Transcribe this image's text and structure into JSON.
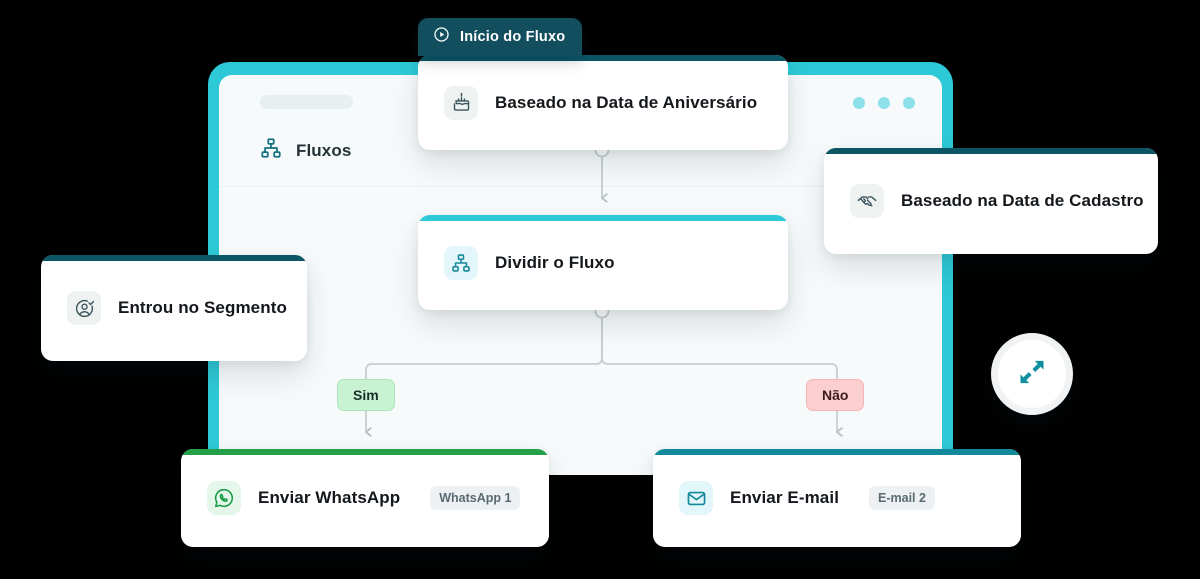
{
  "window": {
    "frame_color": "#2ec9d6",
    "panel_color": "#f7fafb",
    "titlebar": {
      "url_placeholder_name": "url-pill",
      "dots_count": 3,
      "dot_color": "#8ee0e9"
    },
    "sidebar": {
      "icon": "sitemap-icon",
      "label": "Fluxos"
    }
  },
  "start_badge": {
    "icon": "play-circle-icon",
    "label": "Início do Fluxo",
    "bg_color": "#134e5e"
  },
  "nodes": [
    {
      "id": "aniversario",
      "title": "Baseado na Data de Aniversário",
      "icon": "birthday-cake-icon",
      "accent_color": "#0b5565",
      "badge_color": "#eef3f2",
      "tag": ""
    },
    {
      "id": "dividir",
      "title": "Dividir o Fluxo",
      "icon": "sitemap-icon",
      "accent_color": "#2ec9d6",
      "badge_color": "#e3f6f9",
      "tag": ""
    },
    {
      "id": "whatsapp",
      "title": "Enviar WhatsApp",
      "icon": "whatsapp-icon",
      "accent_color": "#24a148",
      "badge_color": "#e4f7ea",
      "tag": "WhatsApp 1"
    },
    {
      "id": "email",
      "title": "Enviar E-mail",
      "icon": "envelope-icon",
      "accent_color": "#13899c",
      "badge_color": "#e3f6f9",
      "tag": "E-mail 2"
    },
    {
      "id": "cadastro",
      "title": "Baseado na Data de Cadastro",
      "icon": "handshake-icon",
      "accent_color": "#0b5565",
      "badge_color": "#eef3f2",
      "tag": ""
    },
    {
      "id": "segmento",
      "title": "Entrou no Segmento",
      "icon": "user-check-icon",
      "accent_color": "#0b5565",
      "badge_color": "#eef3f2",
      "tag": ""
    }
  ],
  "branches": {
    "yes": {
      "label": "Sim",
      "bg_color": "#c8f2d2",
      "text_color": "#19302a"
    },
    "no": {
      "label": "Não",
      "bg_color": "#fbcfcf",
      "text_color": "#3a1b1b"
    }
  },
  "round_button": {
    "icon": "expand-arrows-icon",
    "icon_color": "#0f8fa0"
  }
}
